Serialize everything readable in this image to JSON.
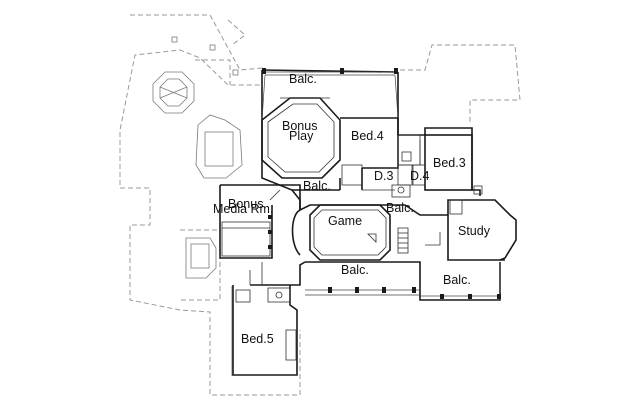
{
  "rooms": {
    "balc_top": "Balc.",
    "bonus_play_1": "Bonus",
    "bonus_play_2": "Play",
    "bed4": "Bed.4",
    "bed3": "Bed.3",
    "balc_mid": "Balc.",
    "d3": "D.3",
    "d4": "D.4",
    "bonus_media_1": "Bonus",
    "bonus_media_2": "Media Rm.",
    "game": "Game",
    "balc_right": "Balc.",
    "study": "Study",
    "balc_lower": "Balc.",
    "balc_lower_right": "Balc.",
    "bed5": "Bed.5"
  },
  "colors": {
    "wall": "#1a1a1a",
    "roof_outline": "#9a9a9a",
    "background": "#ffffff"
  }
}
